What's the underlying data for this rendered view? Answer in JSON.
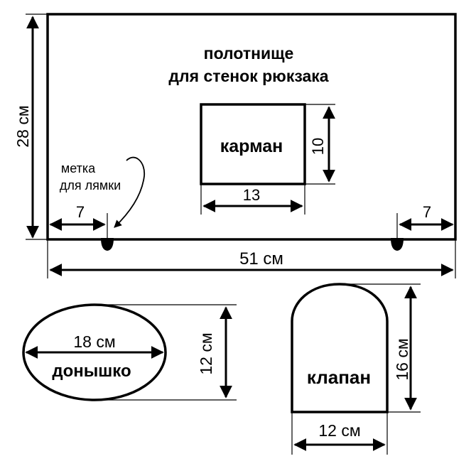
{
  "panel": {
    "title_line1": "полотнище",
    "title_line2": "для стенок рюкзака",
    "width_label": "51 см",
    "height_label": "28 см",
    "strap_offset_left": "7",
    "strap_offset_right": "7",
    "mark_label_line1": "метка",
    "mark_label_line2": "для лямки"
  },
  "pocket": {
    "label": "карман",
    "width_label": "13",
    "height_label": "10"
  },
  "bottom": {
    "label": "донышко",
    "width_label": "18 см",
    "height_label": "12 см"
  },
  "flap": {
    "label": "клапан",
    "width_label": "12 см",
    "height_label": "16 см"
  },
  "colors": {
    "line": "#000000",
    "background": "#ffffff"
  }
}
